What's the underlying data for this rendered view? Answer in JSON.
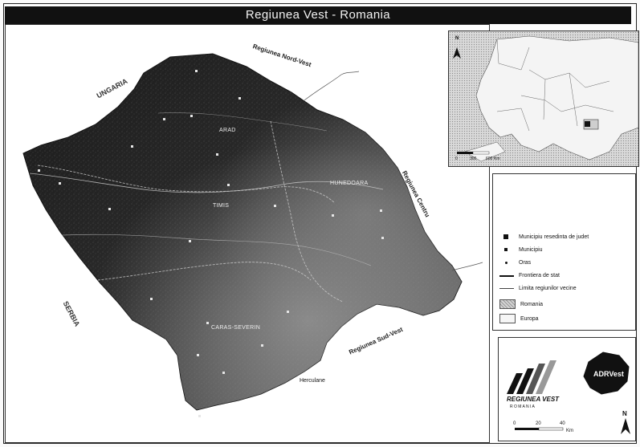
{
  "title": "Regiunea Vest - Romania",
  "colors": {
    "terrain_dark": "#1e1e1e",
    "terrain_mid": "#555555",
    "terrain_light": "#9a9a9a",
    "border": "#333333",
    "river": "#bfbfbf"
  },
  "main_map": {
    "countries": [
      {
        "id": "ungaria",
        "name": "UNGARIA"
      },
      {
        "id": "serbia",
        "name": "SERBIA"
      }
    ],
    "regions": [
      {
        "id": "nord-vest",
        "name": "Regiunea Nord-Vest"
      },
      {
        "id": "centru",
        "name": "Regiunea Centru"
      },
      {
        "id": "sud-vest",
        "name": "Regiunea Sud-Vest"
      }
    ],
    "counties": [
      {
        "id": "arad",
        "name": "ARAD"
      },
      {
        "id": "timis",
        "name": "TIMIS"
      },
      {
        "id": "hunedoara",
        "name": "HUNEDOARA"
      },
      {
        "id": "caras-severin",
        "name": "CARAS-SEVERIN"
      }
    ],
    "places": [
      {
        "id": "herculane",
        "name": "Herculane"
      }
    ]
  },
  "inset_map": {
    "north_label": "N",
    "scale_labels": [
      "0",
      "300",
      "600",
      "Km"
    ]
  },
  "legend": {
    "items": [
      {
        "id": "municipiu-resedinta",
        "label": "Municipiu resedinta de judet",
        "symbol": "square-large"
      },
      {
        "id": "municipiu",
        "label": "Municipiu",
        "symbol": "square-small"
      },
      {
        "id": "oras",
        "label": "Oras",
        "symbol": "dot"
      },
      {
        "id": "frontiera",
        "label": "Frontiera de stat",
        "symbol": "line-thick"
      },
      {
        "id": "limita",
        "label": "Limita regiunilor vecine",
        "symbol": "line-thin"
      },
      {
        "id": "romania",
        "label": "Romania",
        "symbol": "swatch-gray"
      },
      {
        "id": "europa",
        "label": "Europa",
        "symbol": "swatch-light"
      }
    ]
  },
  "logos": {
    "regiunea_vest": "REGIUNEA VEST",
    "romania_sub": "R O M A N I A",
    "adr_vest": "ADRVest"
  },
  "scale": {
    "north_label": "N",
    "labels": [
      "0",
      "20",
      "40",
      "Km"
    ]
  }
}
